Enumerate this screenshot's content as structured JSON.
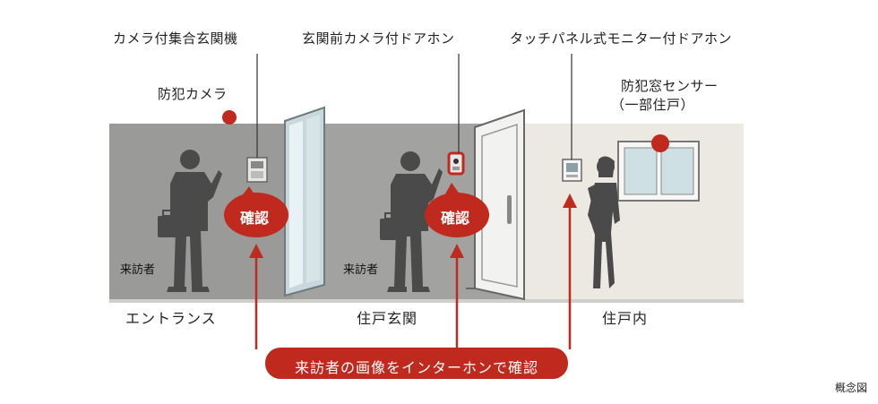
{
  "labels": {
    "entrance_camera": "カメラ付集合玄関機",
    "door_intercom": "玄関前カメラ付ドアホン",
    "monitor_intercom": "タッチパネル式モニター付ドアホン",
    "security_camera": "防犯カメラ",
    "window_sensor_line1": "防犯窓センサー",
    "window_sensor_line2": "（一部住戸）"
  },
  "zones": {
    "entrance": "エントランス",
    "front_door": "住戸玄関",
    "inside": "住戸内"
  },
  "visitor_label": "来訪者",
  "confirm_label": "確認",
  "banner": "来訪者の画像をインターホンで確認",
  "note": "概念図",
  "colors": {
    "accent_red": "#c0291d",
    "wall_gray": "#9a9a98",
    "wall_light": "#ece9e2",
    "silhouette": "#4a4a4a"
  }
}
